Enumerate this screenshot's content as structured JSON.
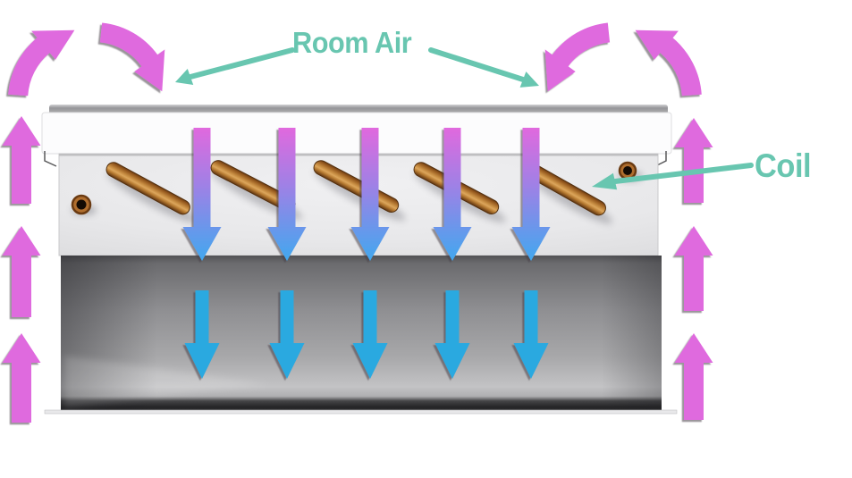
{
  "labels": {
    "room_air": "Room Air",
    "coil": "Coil"
  },
  "colors": {
    "accent_pink": "#DF6ADE",
    "accent_teal": "#68C6B0",
    "accent_blue": "#29A9E0",
    "cool_gradient_top": "#E069DE",
    "cool_gradient_mid": "#9C82E6",
    "cool_gradient_bottom": "#41A8EF",
    "copper_mid": "#C88E43",
    "cabinet_light": "#E8E8EA",
    "cabinet_dark": "#545457"
  },
  "diagram": {
    "type": "airflow-circulation",
    "coil_tube_count": 5,
    "cool_supply_arrow_count": 5,
    "discharge_arrow_count": 5,
    "left_riser_arrow_count": 3,
    "right_riser_arrow_count": 3,
    "curved_circulation_arrow_count": 4
  }
}
